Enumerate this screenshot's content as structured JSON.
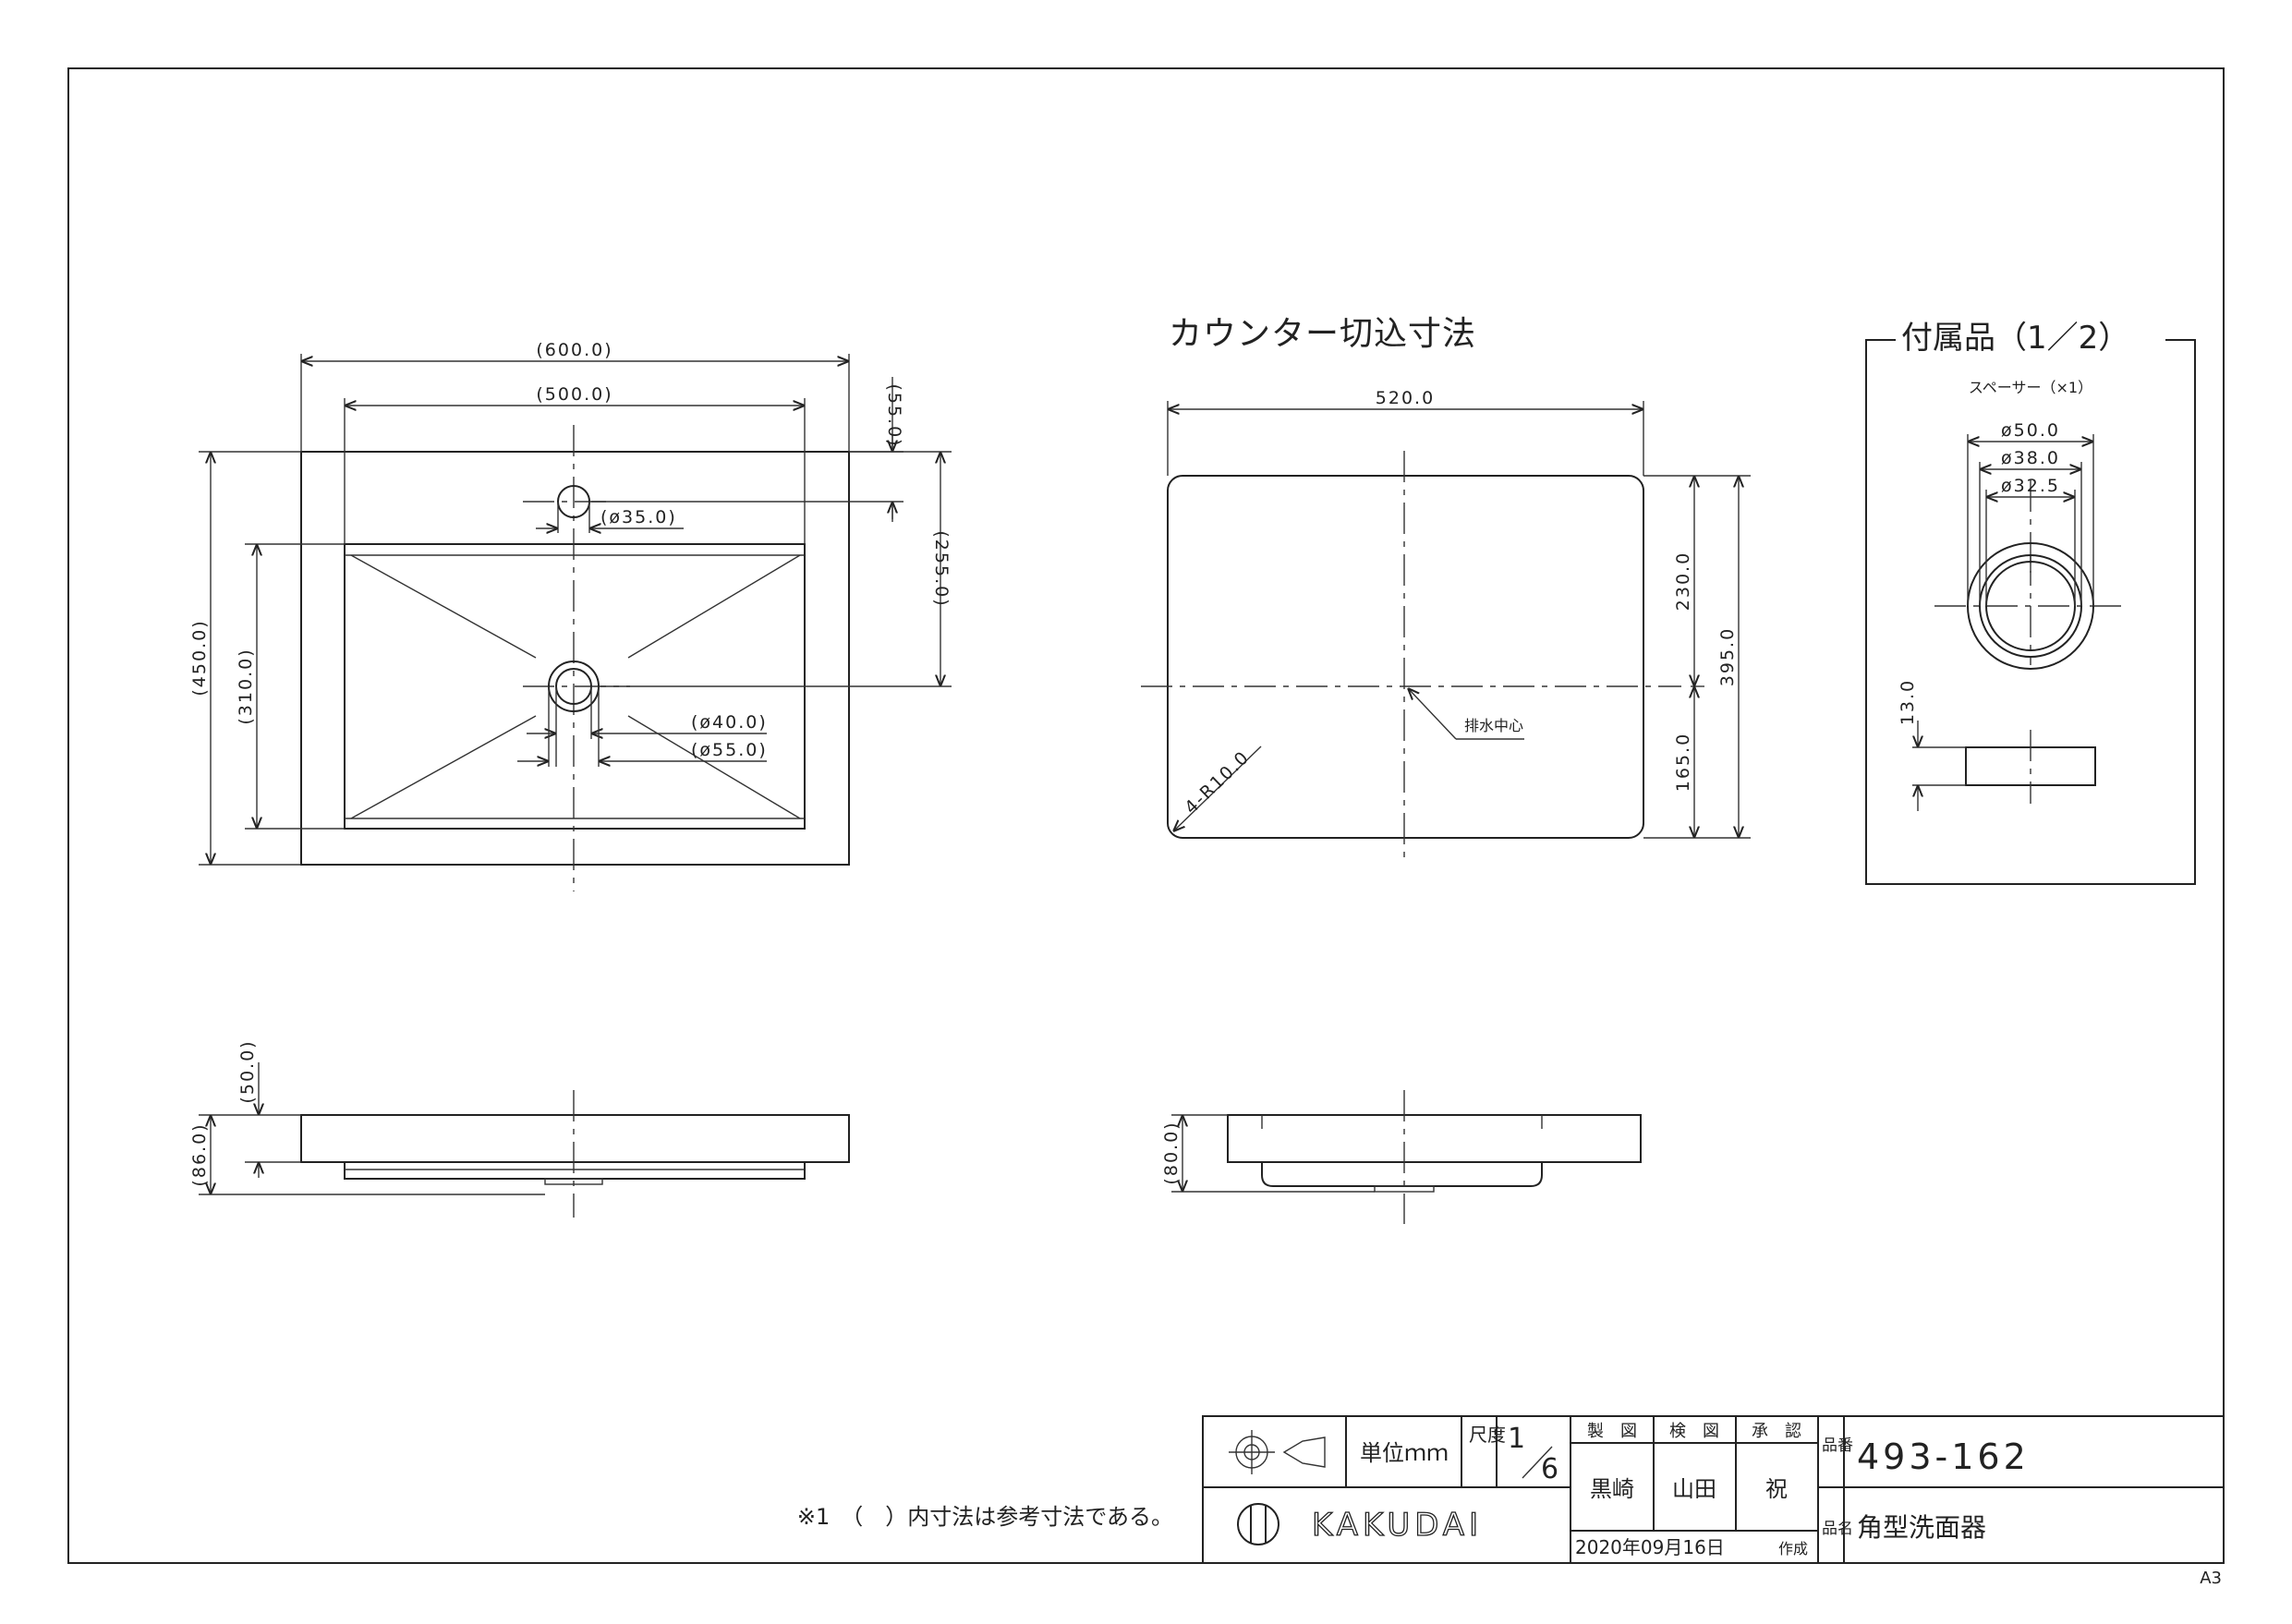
{
  "colors": {
    "line": "#222222",
    "paper": "#ffffff"
  },
  "icons": {
    "projection": "third-angle-projection-icon",
    "logo": "kakudai-logo-icon"
  },
  "top_view": {
    "overall_width": "(600.0)",
    "bowl_width": "(500.0)",
    "tap_offset": "(55.0)",
    "tap_hole": "(ø35.0)",
    "tap_to_drain": "(255.0)",
    "overall_depth": "(450.0)",
    "bowl_depth": "(310.0)",
    "drain_inner": "(ø40.0)",
    "drain_outer": "(ø55.0)"
  },
  "cutout": {
    "title": "カウンター切込寸法",
    "width": "520.0",
    "front_depth": "230.0",
    "total_depth": "395.0",
    "rear_depth": "165.0",
    "corner_radius": "4-R10.0",
    "drain_center": "排水中心"
  },
  "side_view": {
    "rim_height": "(50.0)",
    "total_height": "(86.0)"
  },
  "side_view_2": {
    "total_height": "(80.0)"
  },
  "accessory": {
    "title": "付属品（1／2）",
    "name": "スペーサー（×1）",
    "outer_d": "ø50.0",
    "mid_d": "ø38.0",
    "inner_d": "ø32.5",
    "thickness": "13.0"
  },
  "note": "※1　（　）内寸法は参考寸法である。",
  "title_block": {
    "unit_label": "単位ｍｍ",
    "scale_label": "尺度",
    "scale_num": "1",
    "scale_den": "6",
    "drawn_label": "製　図",
    "checked_label": "検　図",
    "approved_label": "承　認",
    "drawn_by": "黒崎",
    "checked_by": "山田",
    "approved_by": "祝",
    "part_no_label": "品番",
    "part_no": "493-162",
    "part_name_label": "品名",
    "part_name": "角型洗面器",
    "company": "KAKUDAI",
    "date": "2020年09月16日",
    "created": "作成"
  },
  "sheet_size": "A3"
}
